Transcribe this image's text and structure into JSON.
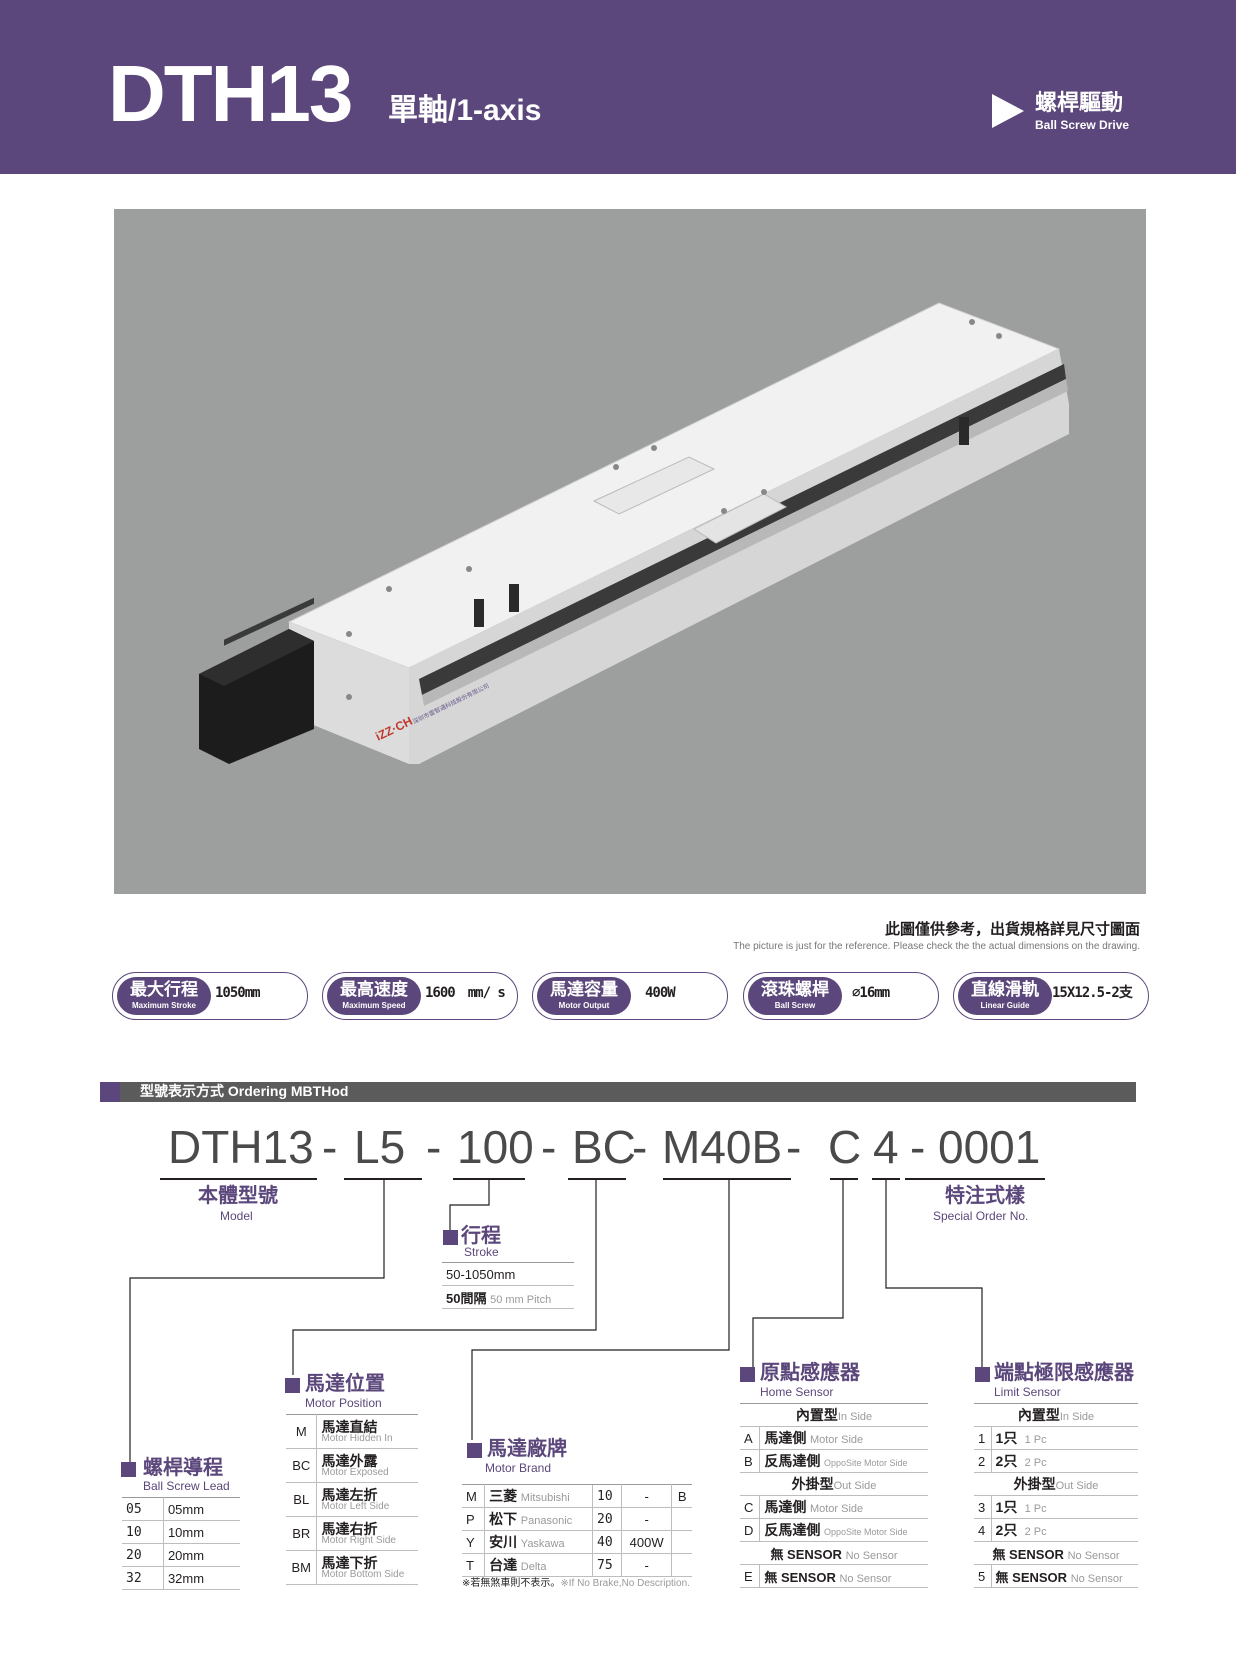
{
  "header": {
    "model": "DTH13",
    "axis": "單軸/1-axis",
    "drive_zh": "螺桿驅動",
    "drive_en": "Ball Screw Drive"
  },
  "photo": {
    "brand_logo": "iZZ·CH",
    "company_text": "深圳市雷智通科技股份有限公司"
  },
  "note": {
    "zh": "此圖僅供參考，出貨規格詳見尺寸圖面",
    "en": "The picture is just for the reference. Please check the the actual dimensions on the drawing."
  },
  "specs": [
    {
      "zh": "最大行程",
      "en": "Maximum Stroke",
      "value": "1050mm"
    },
    {
      "zh": "最高速度",
      "en": "Maximum Speed",
      "value": "1600　mm/ s"
    },
    {
      "zh": "馬達容量",
      "en": "Motor Output",
      "value": "400W"
    },
    {
      "zh": "滾珠螺桿",
      "en": "Ball Screw",
      "value": "⌀16mm"
    },
    {
      "zh": "直線滑軌",
      "en": "Linear Guide",
      "value": "15X12.5-2支"
    }
  ],
  "ordering": {
    "title": "型號表示方式  Ordering MBTHod",
    "code_parts": [
      "DTH13",
      "-",
      "L5",
      "-",
      "100",
      "-",
      "BC",
      "-",
      "M40B",
      "-",
      "C",
      "4",
      "-",
      "0001"
    ],
    "model": {
      "zh": "本體型號",
      "en": "Model"
    },
    "special": {
      "zh": "特注式樣",
      "en": "Special Order No."
    },
    "stroke": {
      "zh": "行程",
      "en": "Stroke",
      "range": "50-1050mm",
      "pitch_zh": "50間隔",
      "pitch_en": "50 mm Pitch"
    },
    "lead": {
      "zh": "螺桿導程",
      "en": "Ball Screw Lead",
      "rows": [
        {
          "code": "05",
          "value": "05mm"
        },
        {
          "code": "10",
          "value": "10mm"
        },
        {
          "code": "20",
          "value": "20mm"
        },
        {
          "code": "32",
          "value": "32mm"
        }
      ]
    },
    "motor_position": {
      "zh": "馬達位置",
      "en": "Motor Position",
      "rows": [
        {
          "code": "M",
          "zh": "馬達直結",
          "en": "Motor Hidden In"
        },
        {
          "code": "BC",
          "zh": "馬達外露",
          "en": "Motor Exposed"
        },
        {
          "code": "BL",
          "zh": "馬達左折",
          "en": "Motor Left Side"
        },
        {
          "code": "BR",
          "zh": "馬達右折",
          "en": "Motor Right Side"
        },
        {
          "code": "BM",
          "zh": "馬達下折",
          "en": "Motor Bottom Side"
        }
      ]
    },
    "motor_brand": {
      "zh": "馬達廠牌",
      "en": "Motor Brand",
      "rows": [
        {
          "code": "M",
          "zh": "三菱",
          "en": "Mitsubishi",
          "watt_code": "10",
          "watt": "-",
          "brake": "B"
        },
        {
          "code": "P",
          "zh": "松下",
          "en": "Panasonic",
          "watt_code": "20",
          "watt": "-",
          "brake": ""
        },
        {
          "code": "Y",
          "zh": "安川",
          "en": "Yaskawa",
          "watt_code": "40",
          "watt": "400W",
          "brake": ""
        },
        {
          "code": "T",
          "zh": "台達",
          "en": "Delta",
          "watt_code": "75",
          "watt": "-",
          "brake": ""
        }
      ],
      "note_zh": "※若無煞車則不表示。",
      "note_en": "※If No Brake,No Description."
    },
    "home_sensor": {
      "zh": "原點感應器",
      "en": "Home Sensor",
      "in_zh": "內置型",
      "in_en": "In Side",
      "out_zh": "外掛型",
      "out_en": "Out Side",
      "none_zh": "無 SENSOR",
      "none_en": "No Sensor",
      "rows_in": [
        {
          "code": "A",
          "zh": "馬達側",
          "en": "Motor Side"
        },
        {
          "code": "B",
          "zh": "反馬達側",
          "en": "OppoSite Motor Side"
        }
      ],
      "rows_out": [
        {
          "code": "C",
          "zh": "馬達側",
          "en": "Motor Side"
        },
        {
          "code": "D",
          "zh": "反馬達側",
          "en": "OppoSite Motor Side"
        }
      ],
      "row_none": {
        "code": "E",
        "zh": "無 SENSOR",
        "en": "No Sensor"
      }
    },
    "limit_sensor": {
      "zh": "端點極限感應器",
      "en": "Limit Sensor",
      "in_zh": "內置型",
      "in_en": "In Side",
      "out_zh": "外掛型",
      "out_en": "Out Side",
      "none_zh": "無 SENSOR",
      "none_en": "No Sensor",
      "rows_in": [
        {
          "code": "1",
          "zh": "1只",
          "en": "1 Pc"
        },
        {
          "code": "2",
          "zh": "2只",
          "en": "2 Pc"
        }
      ],
      "rows_out": [
        {
          "code": "3",
          "zh": "1只",
          "en": "1 Pc"
        },
        {
          "code": "4",
          "zh": "2只",
          "en": "2 Pc"
        }
      ],
      "row_none": {
        "code": "5",
        "zh": "無 SENSOR",
        "en": "No Sensor"
      }
    }
  }
}
